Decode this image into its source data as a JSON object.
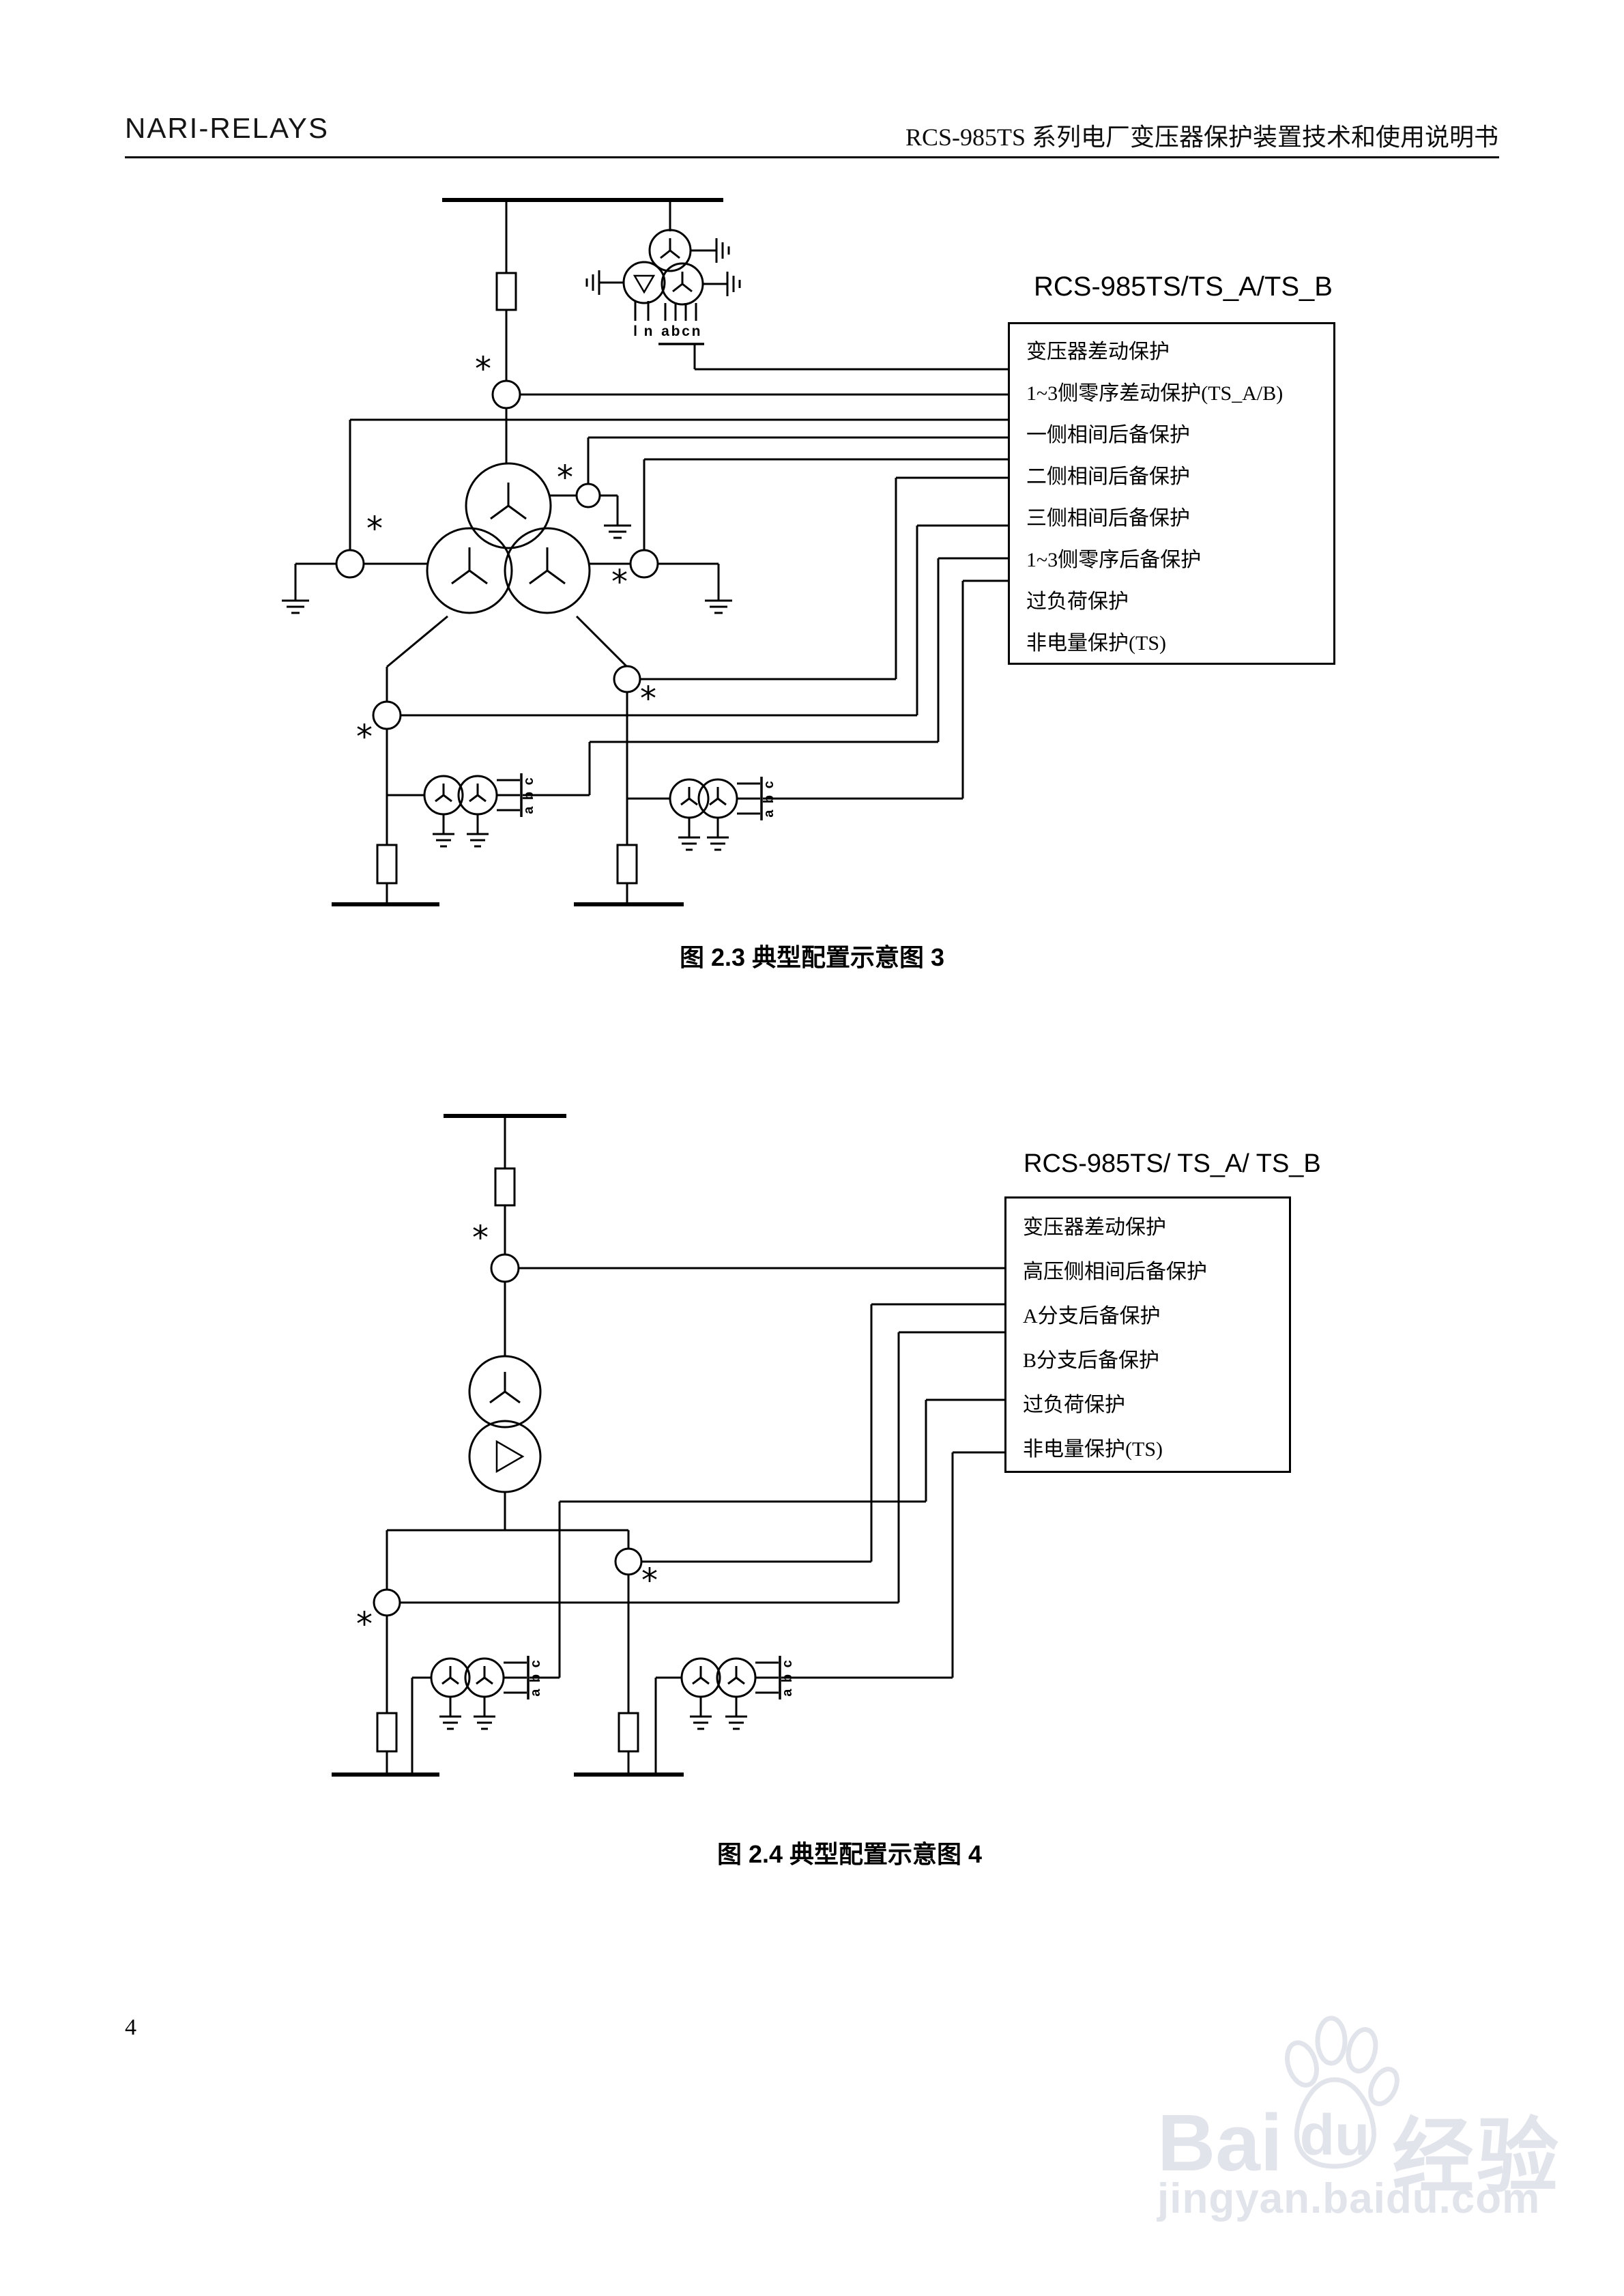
{
  "header": {
    "brand": "NARI-RELAYS",
    "title": "RCS-985TS 系列电厂变压器保护装置技术和使用说明书"
  },
  "figure1": {
    "device_label": "RCS-985TS/TS_A/TS_B",
    "protections": [
      "变压器差动保护",
      "1~3侧零序差动保护(TS_A/B)",
      "一侧相间后备保护",
      "二侧相间后备保护",
      "三侧相间后备保护",
      "1~3侧零序后备保护",
      "过负荷保护",
      "非电量保护(TS)"
    ],
    "pt_terminals": [
      "l",
      "n",
      "a",
      "b",
      "c",
      "n"
    ],
    "branch_pt_terminals": "a b c",
    "caption": "图 2.3  典型配置示意图 3"
  },
  "figure2": {
    "device_label": "RCS-985TS/ TS_A/ TS_B",
    "protections": [
      "变压器差动保护",
      "高压侧相间后备保护",
      "A分支后备保护",
      "B分支后备保护",
      "过负荷保护",
      "非电量保护(TS)"
    ],
    "branch_pt_terminals": "a b c",
    "caption": "图 2.4  典型配置示意图 4"
  },
  "symbols": {
    "polarity_marker": "*"
  },
  "footer": {
    "page_number": "4"
  },
  "watermark": {
    "bai": "Bai",
    "du": "du",
    "suffix": "经验",
    "url": "jingyan.baidu.com"
  }
}
